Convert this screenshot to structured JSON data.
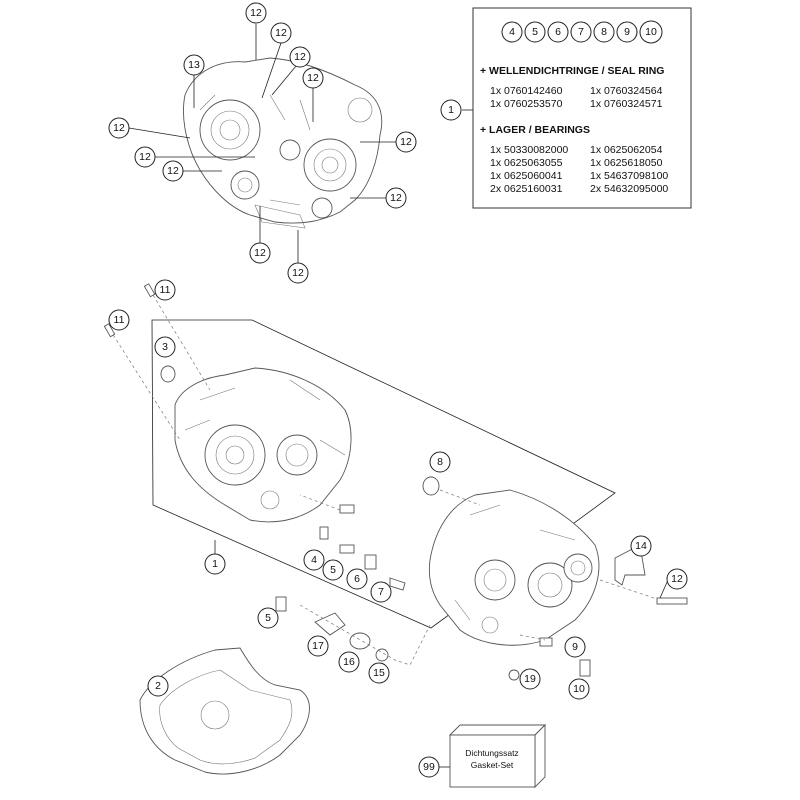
{
  "info_box": {
    "ref_numbers": [
      "4",
      "5",
      "6",
      "7",
      "8",
      "9",
      "10"
    ],
    "ref_callout": "1",
    "seal_heading": "+ WELLENDICHTRINGE / SEAL RING",
    "seal_items": [
      [
        "1x 0760142460",
        "1x 0760324564"
      ],
      [
        "1x 0760253570",
        "1x 0760324571"
      ]
    ],
    "bearing_heading": "+ LAGER / BEARINGS",
    "bearing_items": [
      [
        "1x 50330082000",
        "1x 0625062054"
      ],
      [
        "1x 0625063055",
        "1x 0625618050"
      ],
      [
        "1x 0625060041",
        "1x 54637098100"
      ],
      [
        "2x 0625160031",
        "2x 54632095000"
      ]
    ]
  },
  "callouts": {
    "c12_a": "12",
    "c12_b": "12",
    "c12_c": "12",
    "c12_d": "12",
    "c12_e": "12",
    "c12_f": "12",
    "c12_g": "12",
    "c12_h": "12",
    "c12_i": "12",
    "c12_j": "12",
    "c12_k": "12",
    "c12_l": "12",
    "c13": "13",
    "c11_a": "11",
    "c11_b": "11",
    "c3": "3",
    "c1": "1",
    "c8": "8",
    "c14": "14",
    "c4": "4",
    "c5_a": "5",
    "c6": "6",
    "c7": "7",
    "c5_b": "5",
    "c17": "17",
    "c16": "16",
    "c15": "15",
    "c9": "9",
    "c19": "19",
    "c10": "10",
    "c2": "2",
    "c99": "99"
  },
  "gasket_set": {
    "label_de": "Dichtungssatz",
    "label_en": "Gasket-Set"
  }
}
